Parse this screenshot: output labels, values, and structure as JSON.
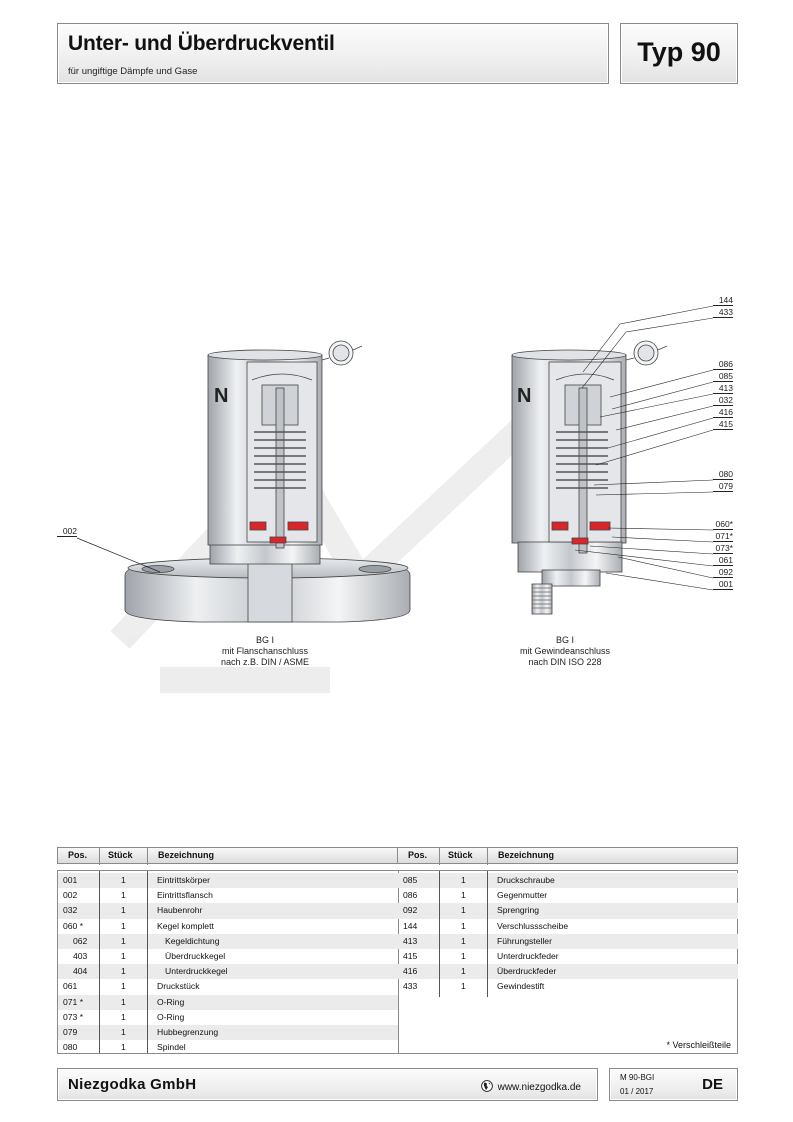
{
  "header": {
    "title": "Unter- und Überdruckventil",
    "subtitle": "für ungiftige Dämpfe und Gase",
    "type_label": "Typ 90"
  },
  "diagram": {
    "left_caption": [
      "BG I",
      "mit Flanschanschluss",
      "nach z.B. DIN / ASME"
    ],
    "right_caption": [
      "BG I",
      "mit Gewindeanschluss",
      "nach DIN ISO 228"
    ],
    "left_callouts": [
      "002"
    ],
    "right_callouts": [
      "144",
      "433",
      "086",
      "085",
      "413",
      "032",
      "416",
      "415",
      "080",
      "079",
      "060*",
      "071*",
      "073*",
      "061",
      "092",
      "001"
    ],
    "colors": {
      "seal": "#d8262b",
      "metal": "#c9ccd0",
      "watermark": "#ececec"
    }
  },
  "parts_table": {
    "headers": {
      "pos": "Pos.",
      "qty": "Stück",
      "name": "Bezeichnung"
    },
    "left_rows": [
      {
        "pos": "001",
        "qty": "1",
        "name": "Eintrittskörper",
        "indent": false
      },
      {
        "pos": "002",
        "qty": "1",
        "name": "Eintrittsflansch",
        "indent": false
      },
      {
        "pos": "032",
        "qty": "1",
        "name": "Haubenrohr",
        "indent": false
      },
      {
        "pos": "060 *",
        "qty": "1",
        "name": "Kegel komplett",
        "indent": false
      },
      {
        "pos": "062",
        "qty": "1",
        "name": "Kegeldichtung",
        "indent": true
      },
      {
        "pos": "403",
        "qty": "1",
        "name": "Überdruckkegel",
        "indent": true
      },
      {
        "pos": "404",
        "qty": "1",
        "name": "Unterdruckkegel",
        "indent": true
      },
      {
        "pos": "061",
        "qty": "1",
        "name": "Druckstück",
        "indent": false
      },
      {
        "pos": "071 *",
        "qty": "1",
        "name": "O-Ring",
        "indent": false
      },
      {
        "pos": "073 *",
        "qty": "1",
        "name": "O-Ring",
        "indent": false
      },
      {
        "pos": "079",
        "qty": "1",
        "name": "Hubbegrenzung",
        "indent": false
      },
      {
        "pos": "080",
        "qty": "1",
        "name": "Spindel",
        "indent": false
      }
    ],
    "right_rows": [
      {
        "pos": "085",
        "qty": "1",
        "name": "Druckschraube",
        "indent": false
      },
      {
        "pos": "086",
        "qty": "1",
        "name": "Gegenmutter",
        "indent": false
      },
      {
        "pos": "092",
        "qty": "1",
        "name": "Sprengring",
        "indent": false
      },
      {
        "pos": "144",
        "qty": "1",
        "name": "Verschlussscheibe",
        "indent": false
      },
      {
        "pos": "413",
        "qty": "1",
        "name": "Führungsteller",
        "indent": false
      },
      {
        "pos": "415",
        "qty": "1",
        "name": "Unterdruckfeder",
        "indent": false
      },
      {
        "pos": "416",
        "qty": "1",
        "name": "Überdruckfeder",
        "indent": false
      },
      {
        "pos": "433",
        "qty": "1",
        "name": "Gewindestift",
        "indent": false
      }
    ],
    "wear_note": "* Verschleißteile"
  },
  "footer": {
    "company": "Niezgodka GmbH",
    "website": "www.niezgodka.de",
    "doc_id": "M 90-BGI",
    "date": "01 / 2017",
    "language": "DE"
  }
}
